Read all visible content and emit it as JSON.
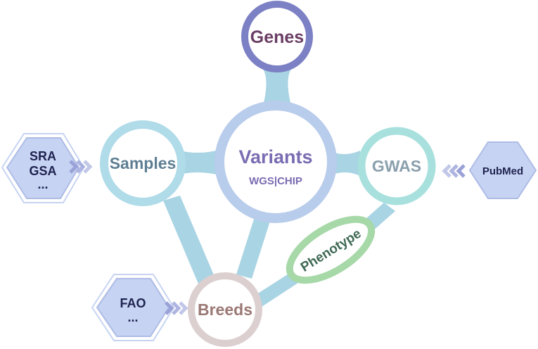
{
  "nodes": {
    "genes": {
      "label": "Genes"
    },
    "variants": {
      "label": "Variants",
      "sublabel": "WGS|CHIP"
    },
    "samples": {
      "label": "Samples"
    },
    "gwas": {
      "label": "GWAS"
    },
    "breeds": {
      "label": "Breeds"
    },
    "phenotype": {
      "label": "Phenotype"
    }
  },
  "sources": {
    "left_top": {
      "lines": [
        "SRA",
        "GSA",
        "..."
      ]
    },
    "right": {
      "lines": [
        "PubMed"
      ]
    },
    "left_bottom": {
      "lines": [
        "FAO",
        "..."
      ]
    }
  },
  "colors": {
    "connector": "#a9d4e4",
    "genes_ring": "#7c80c4",
    "genes_text": "#6a3d64",
    "variants_ring": "#b8cceb",
    "variants_text": "#7a6cb2",
    "samples_ring": "#b0dbe8",
    "samples_text": "#5e7f93",
    "gwas_ring": "#a8e0de",
    "gwas_text": "#8aa0ad",
    "breeds_ring": "#dccfd0",
    "breeds_text": "#9a7874",
    "phenotype_ring": "#a6d8a8",
    "phenotype_text": "#3f6a54",
    "hex_fill": "#c7d3f2",
    "hex_stroke": "#aebce6",
    "chevron": "#9aa2d8"
  }
}
